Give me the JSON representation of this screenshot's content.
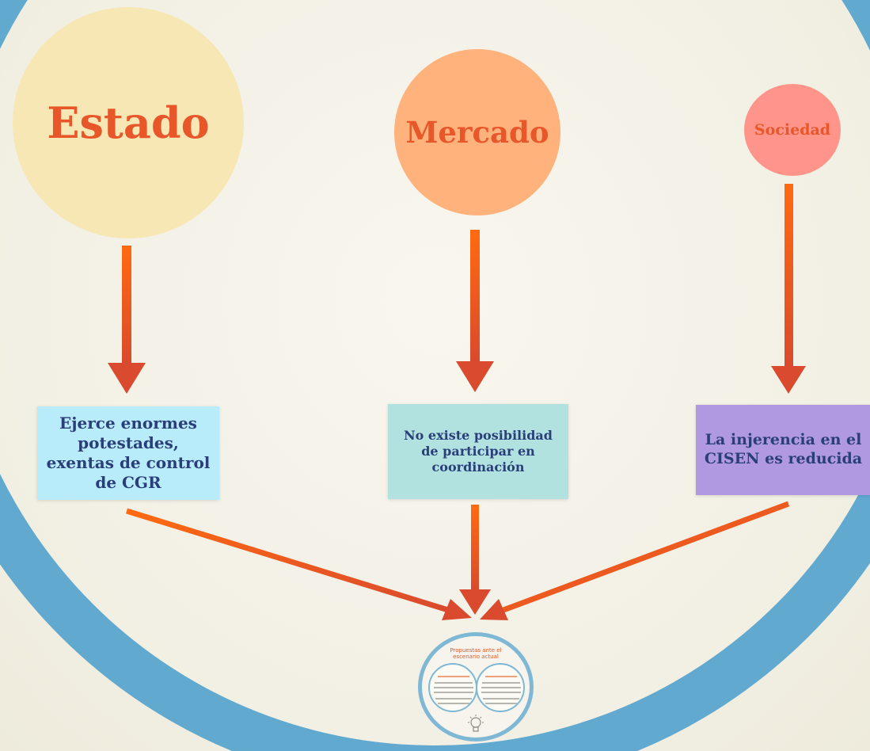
{
  "nodes": {
    "estado": {
      "label": "Estado",
      "color": "#f6e7b4"
    },
    "mercado": {
      "label": "Mercado",
      "color": "#ffb27c"
    },
    "sociedad": {
      "label": "Sociedad",
      "color": "#ff958a"
    }
  },
  "boxes": {
    "estado": {
      "text": "Ejerce enormes potestades, exentas de control de CGR",
      "color": "#b9ecfb"
    },
    "mercado": {
      "text": "No existe  posibilidad de participar en coordinación",
      "color": "#b2e2df"
    },
    "sociedad": {
      "text": "La injerencia en el CISEN es reducida",
      "color": "#b199e1"
    }
  },
  "thumbnail": {
    "title": "Propuestas ante el escenario actual",
    "icon": "lightbulb-icon"
  },
  "colors": {
    "title_text": "#e8572a",
    "box_text": "#2a3f7a",
    "arrow_top": "#ff6a10",
    "arrow_bottom": "#d94a2e",
    "ring": "#62a9cf"
  }
}
